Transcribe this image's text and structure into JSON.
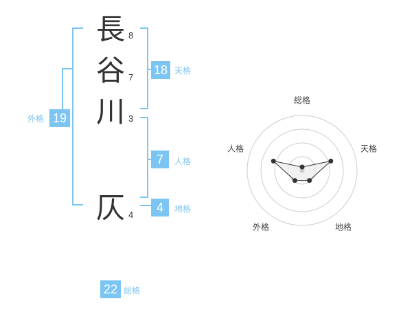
{
  "name": {
    "characters": [
      {
        "char": "長",
        "strokes": "8"
      },
      {
        "char": "谷",
        "strokes": "7"
      },
      {
        "char": "川",
        "strokes": "3"
      },
      {
        "char": "仄",
        "strokes": "4"
      }
    ]
  },
  "scores": {
    "tenkaku": {
      "label": "天格",
      "value": "18"
    },
    "jinkaku": {
      "label": "人格",
      "value": "7"
    },
    "chikaku": {
      "label": "地格",
      "value": "4"
    },
    "gaikaku": {
      "label": "外格",
      "value": "19"
    },
    "soukaku": {
      "label": "総格",
      "value": "22"
    }
  },
  "colors": {
    "accent": "#7cc5f2",
    "text": "#333333",
    "grid": "#cccccc",
    "polygon_fill": "#eeeeee",
    "center_dot": "#cccccc"
  },
  "chart_data": {
    "type": "radar",
    "axes": [
      "総格",
      "天格",
      "地格",
      "外格",
      "人格"
    ],
    "levels": 4,
    "max": 4,
    "values": [
      0.25,
      2.2,
      0.9,
      0.9,
      2.2
    ]
  }
}
